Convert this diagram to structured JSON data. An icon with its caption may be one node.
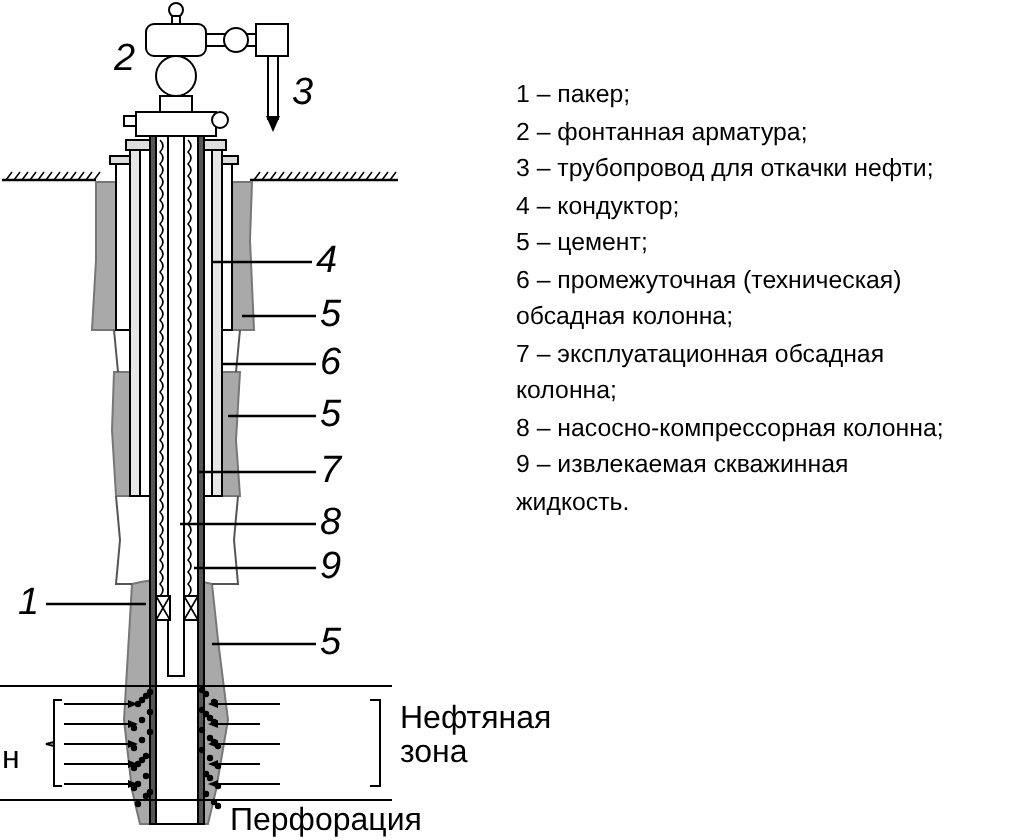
{
  "diagram": {
    "nodes": [
      {
        "text": [
          "4"
        ]
      },
      {
        "text": [
          "5"
        ]
      },
      {
        "text": [
          "6"
        ]
      },
      {
        "text": [
          "5"
        ]
      },
      {
        "text": [
          "7"
        ]
      },
      {
        "text": [
          "8"
        ]
      },
      {
        "text": [
          "9"
        ]
      },
      {
        "text": [
          "1"
        ]
      },
      {
        "text": [
          "5"
        ]
      }
    ],
    "edges": [
      {
        "from": 0,
        "to": null,
        "arrow": "none"
      },
      {
        "from": 1,
        "to": null,
        "arrow": "none"
      },
      {
        "from": 2,
        "to": null,
        "arrow": "none"
      },
      {
        "from": 3,
        "to": null,
        "arrow": "none"
      },
      {
        "from": 4,
        "to": null,
        "arrow": "none"
      },
      {
        "from": 5,
        "to": null,
        "arrow": "none"
      },
      {
        "from": 6,
        "to": null,
        "arrow": "none"
      },
      {
        "from": 7,
        "to": null,
        "arrow": "none"
      },
      {
        "from": 8,
        "to": null,
        "arrow": "none"
      }
    ],
    "labels": [
      "2",
      "3",
      "1 – пакер;",
      "2 – фонтанная арматура;",
      "3 – трубопровод для откачки нефти;",
      "4 – кондуктор;",
      "5 – цемент;",
      "6 – промежуточная (техническая) обсадная колонна;",
      "7 – эксплуатационная обсадная колонна;",
      "8 – насосно-компрессорная колонна;",
      "9 – извлекаемая скважинная жидкость.",
      "Нефтяная зона",
      "н",
      "Перфорация"
    ]
  }
}
